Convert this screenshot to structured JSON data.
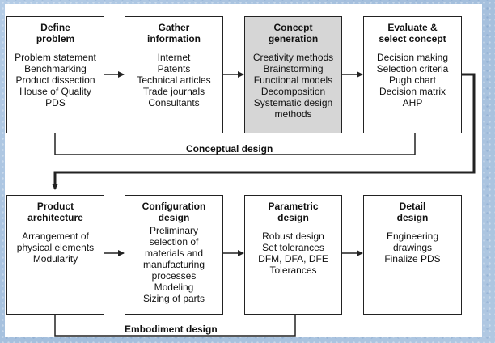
{
  "phases": [
    {
      "label": "Conceptual design",
      "boxes": [
        {
          "title": "Define\nproblem",
          "items": [
            "Problem statement",
            "Benchmarking",
            "Product dissection",
            "House of Quality",
            "PDS"
          ]
        },
        {
          "title": "Gather\ninformation",
          "items": [
            "Internet",
            "Patents",
            "Technical articles",
            "Trade journals",
            "Consultants"
          ]
        },
        {
          "title": "Concept\ngeneration",
          "items": [
            "Creativity methods",
            "Brainstorming",
            "Functional models",
            "Decomposition",
            "Systematic design",
            "methods"
          ]
        },
        {
          "title": "Evaluate &\nselect concept",
          "items": [
            "Decision making",
            "Selection criteria",
            "Pugh chart",
            "Decision matrix",
            "AHP"
          ]
        }
      ]
    },
    {
      "label": "Embodiment design",
      "boxes": [
        {
          "title": "Product\narchitecture",
          "items": [
            "Arrangement of",
            "physical elements",
            "Modularity"
          ]
        },
        {
          "title": "Configuration\ndesign",
          "items": [
            "Preliminary",
            "selection of",
            "materials and",
            "manufacturing",
            "processes",
            "Modeling",
            "Sizing of parts"
          ]
        },
        {
          "title": "Parametric\ndesign",
          "items": [
            "Robust design",
            "Set tolerances",
            "DFM, DFA, DFE",
            "Tolerances"
          ]
        },
        {
          "title": "Detail\ndesign",
          "items": [
            "Engineering",
            "drawings",
            "Finalize PDS"
          ]
        }
      ]
    }
  ],
  "colors": {
    "highlight_box": "#d6d6d6",
    "line": "#222222",
    "background": "#a9c3df"
  }
}
